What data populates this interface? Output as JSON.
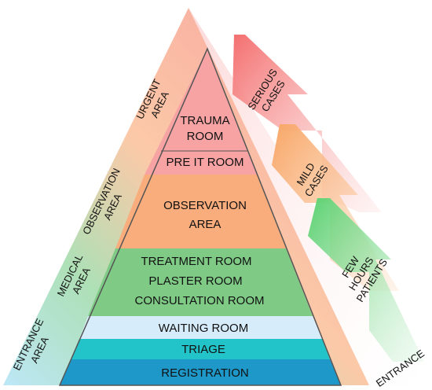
{
  "colors": {
    "urgent": "#f7a3a3",
    "observation": "#f9ad7c",
    "medical": "#7fcb86",
    "waiting": "#d7ecfb",
    "triage": "#22c4c9",
    "registration": "#1e98c8",
    "text": "#111111",
    "border": "#555555"
  },
  "pyramid": {
    "urgent_lines": [
      "TRAUMA",
      "ROOM"
    ],
    "pre_it": "PRE IT ROOM",
    "observation_lines": [
      "OBSERVATION",
      "AREA"
    ],
    "medical_lines": [
      "TREATMENT ROOM",
      "PLASTER ROOM",
      "CONSULTATION ROOM"
    ],
    "waiting": "WAITING ROOM",
    "triage": "TRIAGE",
    "registration": "REGISTRATION"
  },
  "side_labels": {
    "urgent": [
      "URGENT",
      "AREA"
    ],
    "observation": [
      "OBSERVATION",
      "AREA"
    ],
    "medical": [
      "MEDICAL",
      "AREA"
    ],
    "entrance": [
      "ENTRANCE",
      "AREA"
    ]
  },
  "arrows": {
    "serious": [
      "SERIOUS",
      "CASES"
    ],
    "mild": [
      "MILD",
      "CASES"
    ],
    "few_hours": [
      "FEW",
      "HOURS",
      "PATIENTS"
    ],
    "entrance": "ENTRANCE"
  }
}
